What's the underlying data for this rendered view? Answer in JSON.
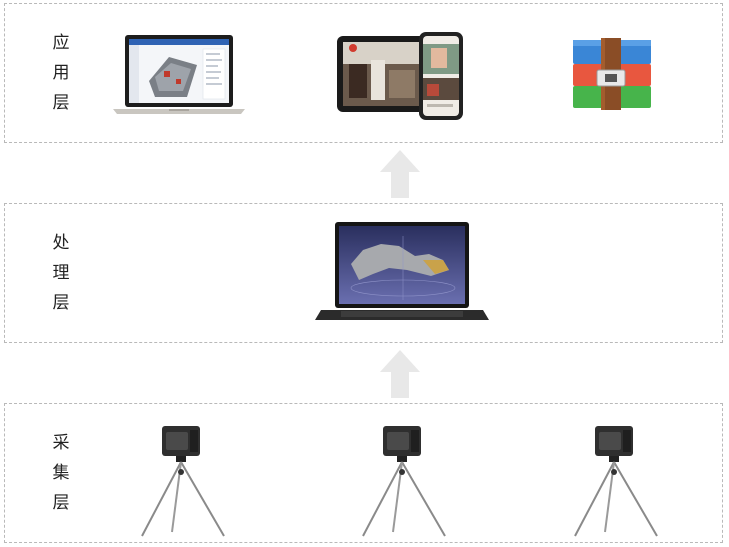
{
  "layers": {
    "application": {
      "label_chars": [
        "应",
        "用",
        "层"
      ]
    },
    "processing": {
      "label_chars": [
        "处",
        "理",
        "层"
      ]
    },
    "acquisition": {
      "label_chars": [
        "采",
        "集",
        "层"
      ]
    }
  },
  "icons": {
    "app_laptop": "laptop-3d-floorplan-icon",
    "app_devices": "tablet-phone-panorama-icon",
    "app_archive": "winrar-archive-icon",
    "proc_laptop": "laptop-pointcloud-icon",
    "scanner": "scanner-tripod-icon",
    "arrow": "up-arrow-icon"
  },
  "colors": {
    "border": "#b9b9b9",
    "arrow": "#e8e8e8",
    "text": "#222222"
  }
}
